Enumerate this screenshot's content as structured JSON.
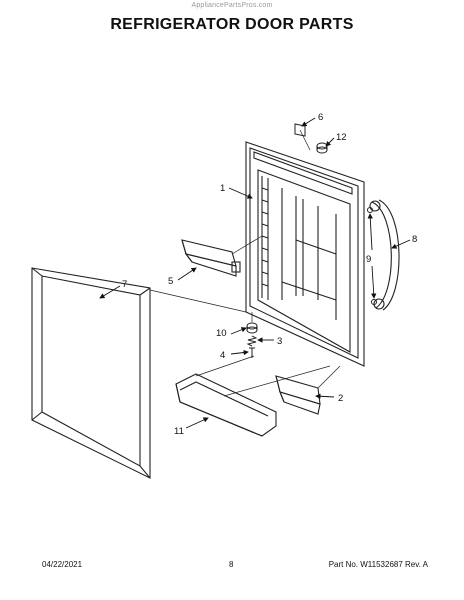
{
  "watermark": "AppliancePartsPros.com",
  "title": "REFRIGERATOR DOOR PARTS",
  "callouts": [
    {
      "id": "c1",
      "label": "1"
    },
    {
      "id": "c2",
      "label": "2"
    },
    {
      "id": "c3",
      "label": "3"
    },
    {
      "id": "c4",
      "label": "4"
    },
    {
      "id": "c5",
      "label": "5"
    },
    {
      "id": "c6",
      "label": "6"
    },
    {
      "id": "c7",
      "label": "7"
    },
    {
      "id": "c8",
      "label": "8"
    },
    {
      "id": "c9",
      "label": "9"
    },
    {
      "id": "c10",
      "label": "10"
    },
    {
      "id": "c11",
      "label": "11"
    },
    {
      "id": "c12",
      "label": "12"
    }
  ],
  "footer": {
    "date": "04/22/2021",
    "page": "8",
    "part_number": "Part No. W11532687  Rev. A"
  }
}
